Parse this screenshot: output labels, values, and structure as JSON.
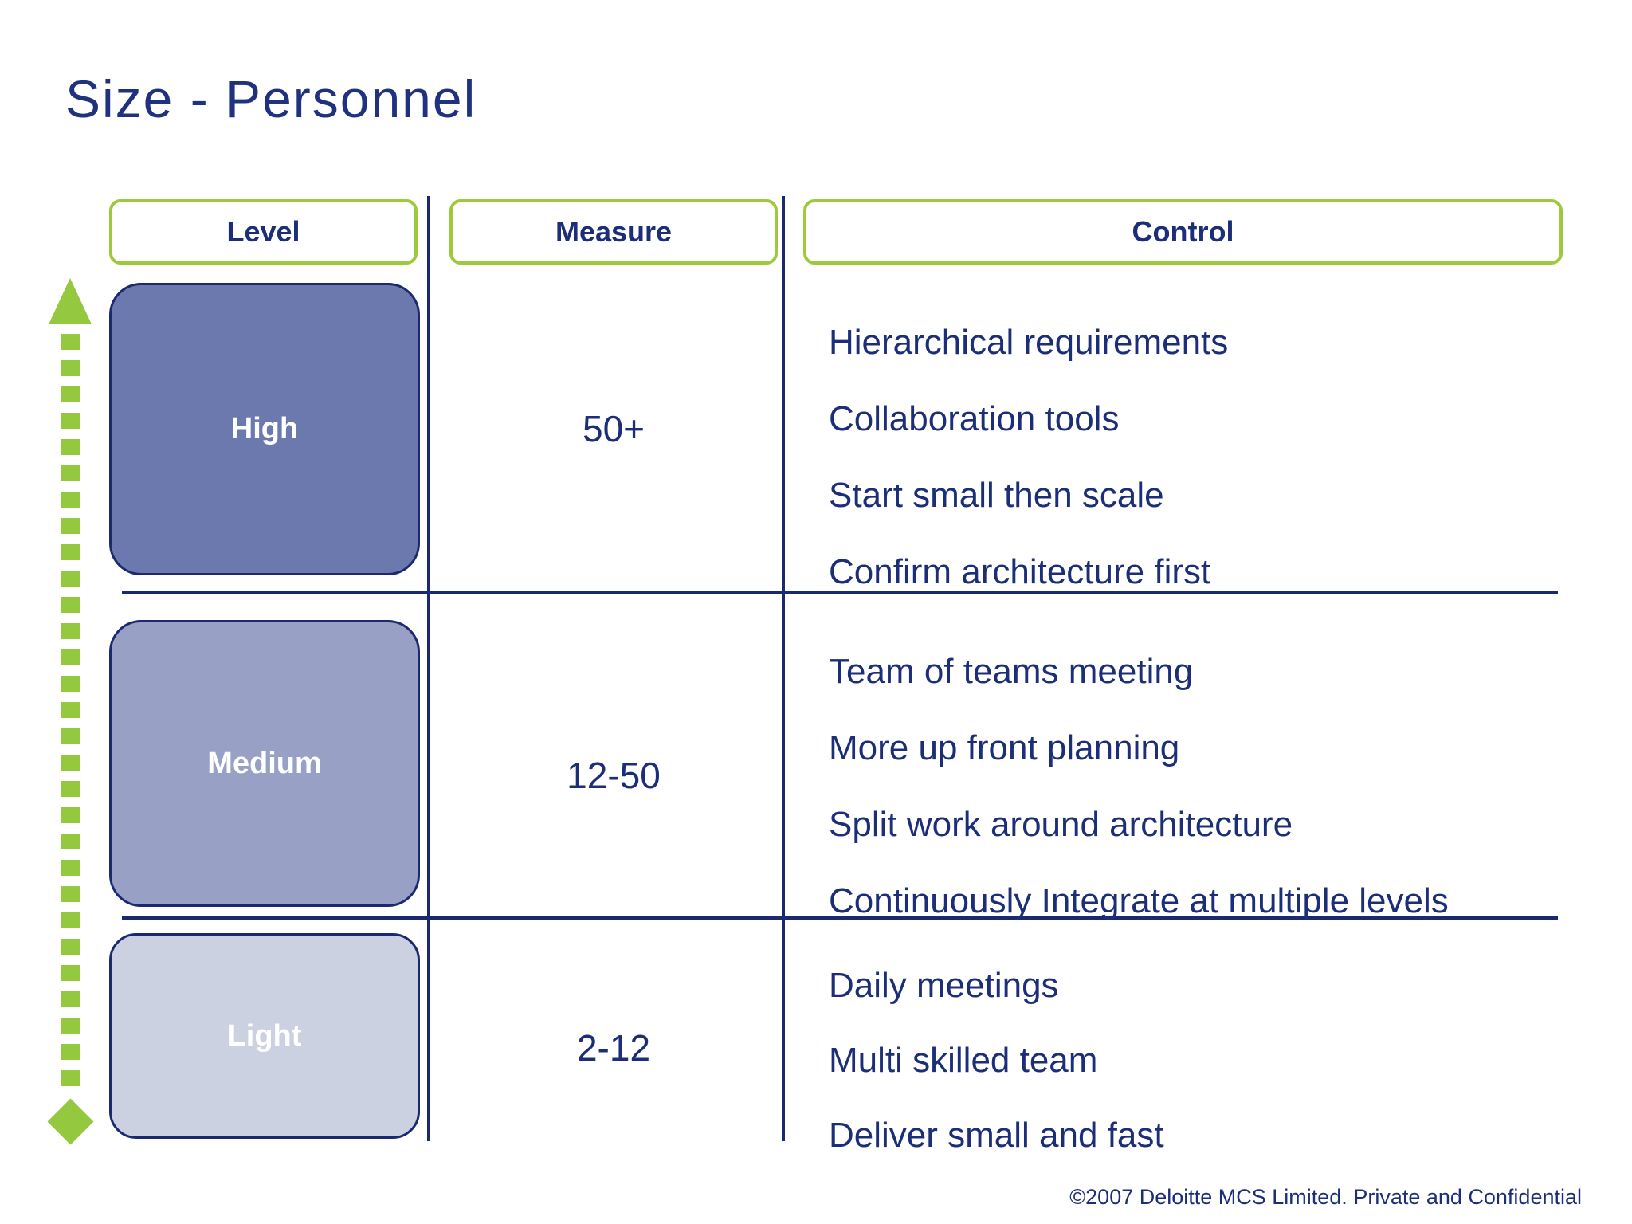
{
  "slide": {
    "title": "Size - Personnel",
    "footer": "©2007 Deloitte MCS Limited.  Private and Confidential"
  },
  "table": {
    "headers": {
      "level": "Level",
      "measure": "Measure",
      "control": "Control"
    },
    "rows": [
      {
        "level": "High",
        "measure": "50+",
        "controls": [
          "Hierarchical requirements",
          "Collaboration tools",
          "Start small then scale",
          "Confirm architecture first"
        ]
      },
      {
        "level": "Medium",
        "measure": "12-50",
        "controls": [
          "Team of teams meeting",
          "More up front planning",
          "Split work around architecture",
          "Continuously Integrate at multiple levels"
        ]
      },
      {
        "level": "Light",
        "measure": "2-12",
        "controls": [
          "Daily meetings",
          "Multi skilled team",
          "Deliver small and fast"
        ]
      }
    ]
  },
  "icons": {
    "scale_arrow": "vertical-dashed-scale-arrow"
  },
  "colors": {
    "accent_green": "#94c83e",
    "header_border_green": "#9cca3c",
    "navy_line": "#1b2a70",
    "navy_text": "#1c2e78",
    "title_text": "#20317f",
    "high_fill": "#6b79ae",
    "medium_fill": "#98a1c5",
    "light_fill": "#ccd1e2"
  }
}
